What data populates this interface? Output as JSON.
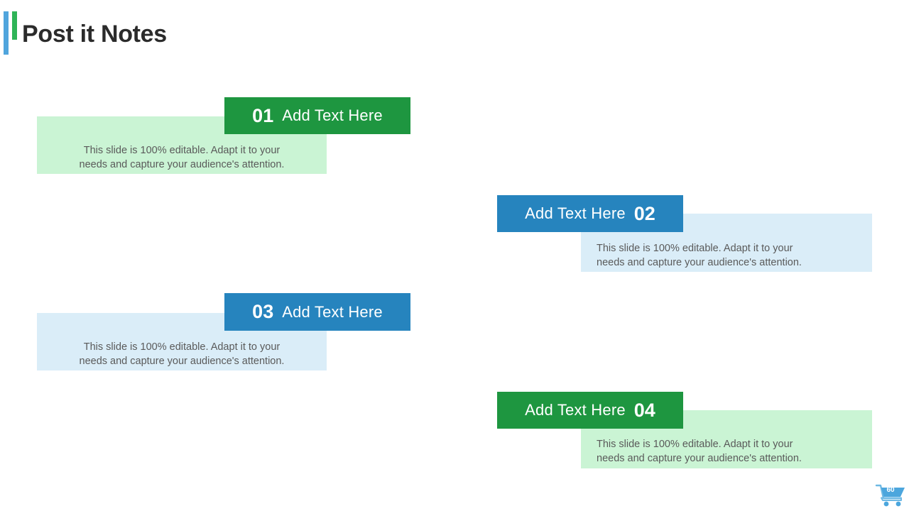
{
  "slide": {
    "title": "Post it Notes",
    "accent_blue": "#50a5dd",
    "accent_green": "#2fb457"
  },
  "notes": [
    {
      "id": "01",
      "number": "01",
      "heading": "Add Text Here",
      "body": "This slide is 100% editable. Adapt it to your\nneeds and capture your audience's attention.",
      "theme": "green",
      "header_color": "#1e9640",
      "panel_color": "#caf4d4",
      "number_position": "left",
      "body_align": "center"
    },
    {
      "id": "02",
      "number": "02",
      "heading": "Add Text Here",
      "body": "This slide is 100% editable. Adapt it to your\nneeds and capture your audience's attention.",
      "theme": "blue",
      "header_color": "#2684be",
      "panel_color": "#daedf8",
      "number_position": "right",
      "body_align": "left"
    },
    {
      "id": "03",
      "number": "03",
      "heading": "Add Text Here",
      "body": "This slide is 100% editable. Adapt it to your\nneeds and capture your audience's attention.",
      "theme": "blue",
      "header_color": "#2684be",
      "panel_color": "#daedf8",
      "number_position": "left",
      "body_align": "center"
    },
    {
      "id": "04",
      "number": "04",
      "heading": "Add Text Here",
      "body": "This slide is 100% editable. Adapt it to your\nneeds and capture your audience's attention.",
      "theme": "green",
      "header_color": "#1e9640",
      "panel_color": "#caf4d4",
      "number_position": "right",
      "body_align": "left"
    }
  ],
  "footer": {
    "cart_icon": "shopping-cart-icon",
    "cart_count": "60",
    "cart_color": "#4ca6dd"
  }
}
